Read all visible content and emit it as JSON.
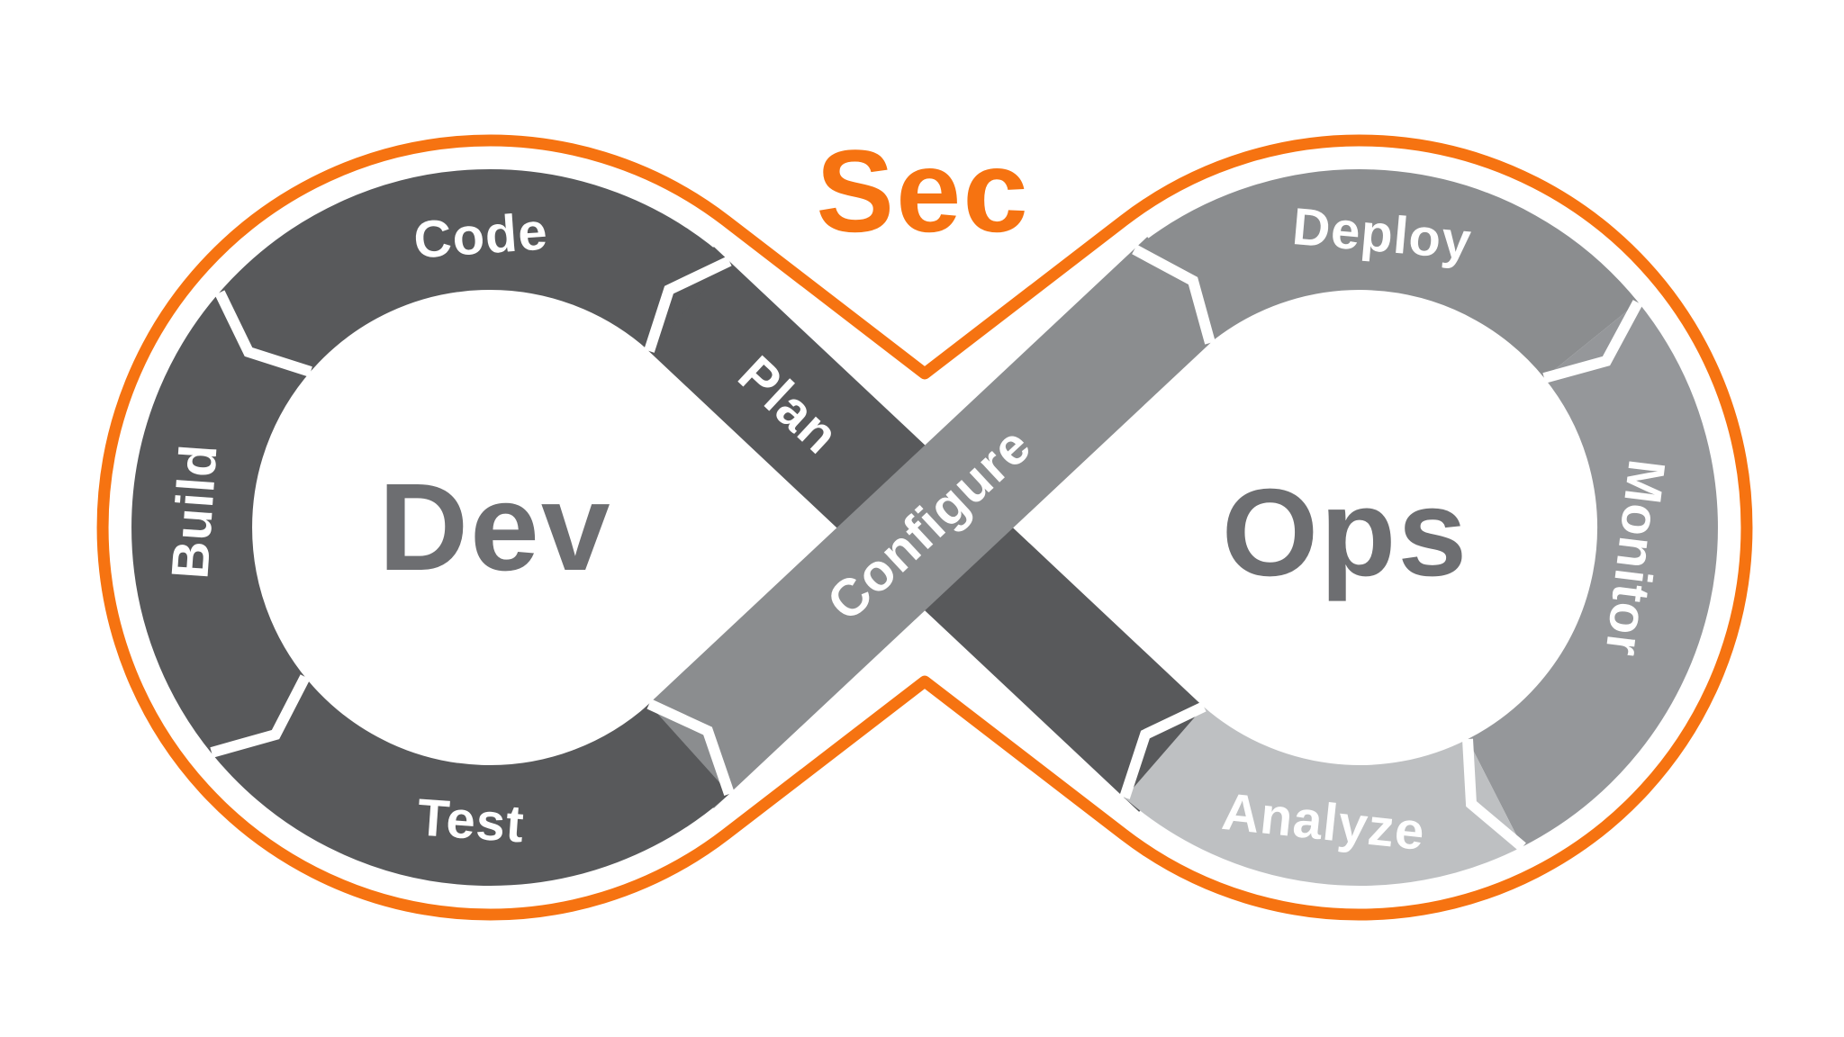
{
  "diagram": {
    "kind": "devsecops-infinity-loop",
    "labels": {
      "sec": "Sec",
      "dev": "Dev",
      "ops": "Ops",
      "code": "Code",
      "plan": "Plan",
      "build": "Build",
      "test": "Test",
      "configure": "Configure",
      "deploy": "Deploy",
      "monitor": "Monitor",
      "analyze": "Analyze"
    },
    "flow_order": [
      "Plan",
      "Code",
      "Build",
      "Test",
      "Configure",
      "Deploy",
      "Monitor",
      "Analyze"
    ],
    "left_loop": {
      "center_label": "Dev",
      "segments": [
        "Code",
        "Build",
        "Test"
      ]
    },
    "right_loop": {
      "center_label": "Ops",
      "segments": [
        "Deploy",
        "Monitor",
        "Analyze"
      ]
    },
    "crossing_bands": [
      "Plan",
      "Configure"
    ],
    "colors": {
      "outline_orange": "#F67311",
      "dev_segment_gray": "#58595B",
      "configure_deploy_gray": "#8B8D8F",
      "monitor_gray": "#95979A",
      "analyze_gray": "#BEC0C2",
      "center_text_gray": "#6D6E71",
      "segment_label_white": "#FFFFFF",
      "background": "#FFFFFF"
    }
  }
}
